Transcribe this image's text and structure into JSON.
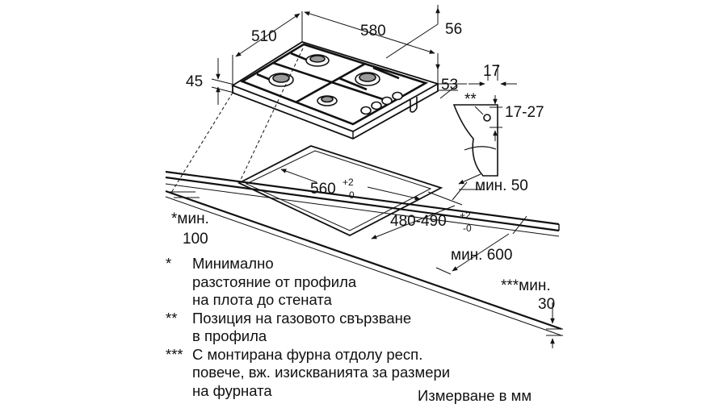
{
  "dimensions": {
    "depth": "510",
    "width": "580",
    "height_front": "56",
    "height_body": "45",
    "side_offset": "53",
    "profile_top": "17",
    "profile_range": "17-27",
    "profile_marker": "**",
    "cutout_width": "560",
    "cutout_width_tol_plus": "+2",
    "cutout_width_tol_minus": "-0",
    "cutout_depth": "480-490",
    "cutout_depth_tol_plus": "+2",
    "cutout_depth_tol_minus": "-0",
    "min_rear": "мин. 50",
    "min_front": "мин. 600",
    "min_side_label": "*мин.",
    "min_side_value": "100",
    "min_bottom_label": "***мин.",
    "min_bottom_value": "30"
  },
  "notes": [
    {
      "mark": "*",
      "text": "Минимално\nразстояние от профила\nна плота до стената"
    },
    {
      "mark": "**",
      "text": "Позиция на газовото свързване\nв профила"
    },
    {
      "mark": "***",
      "text": "С монтирана фурна отдолу респ.\nповече, вж. изискванията за размери\nна фурната"
    }
  ],
  "unit_note": "Измерване в мм"
}
